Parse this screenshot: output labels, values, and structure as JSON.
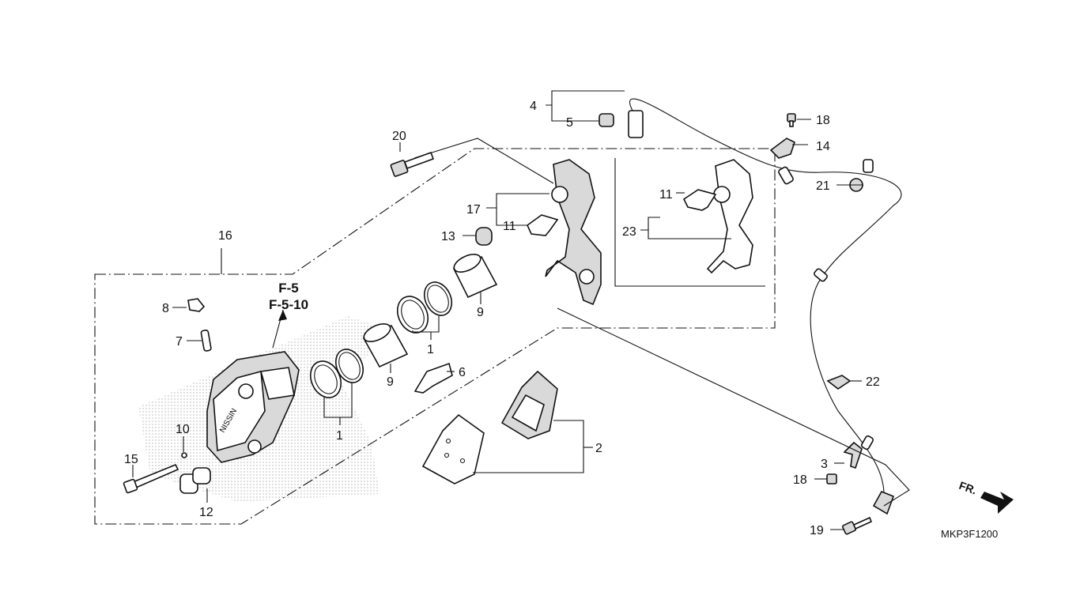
{
  "diagram": {
    "reference_label_1": "F-5",
    "reference_label_2": "F-5-10",
    "diagram_code": "MKP3F1200",
    "direction_label": "FR.",
    "callouts": {
      "c1a": "1",
      "c1b": "1",
      "c2": "2",
      "c3": "3",
      "c4": "4",
      "c5": "5",
      "c6": "6",
      "c7": "7",
      "c8": "8",
      "c9a": "9",
      "c9b": "9",
      "c10": "10",
      "c11a": "11",
      "c11b": "11",
      "c12": "12",
      "c13": "13",
      "c14": "14",
      "c15": "15",
      "c16": "16",
      "c17": "17",
      "c18a": "18",
      "c18b": "18",
      "c19": "19",
      "c20": "20",
      "c21": "21",
      "c22": "22",
      "c23": "23"
    }
  }
}
